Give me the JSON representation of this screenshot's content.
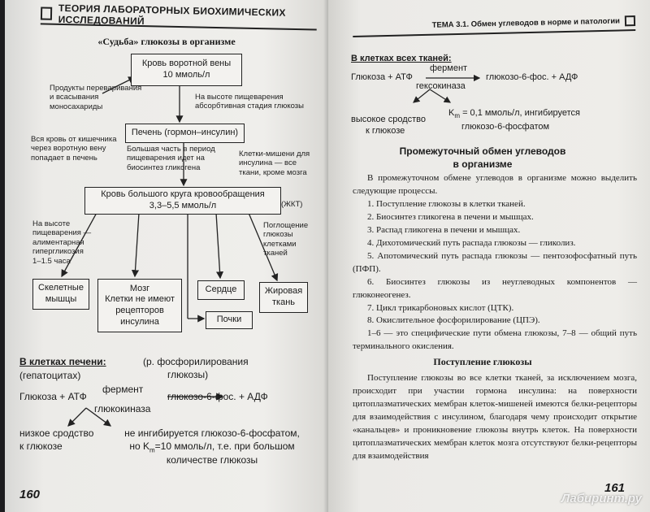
{
  "left": {
    "header": "ТЕОРИЯ ЛАБОРАТОРНЫХ БИОХИМИЧЕСКИХ ИССЛЕДОВАНИЙ",
    "diagram_title": "«Судьба» глюкозы в организме",
    "portal_box": [
      "Кровь воротной вены",
      "10 ммоль/л"
    ],
    "note_absorption": [
      "Продукты переваривания",
      "и всасывания",
      "моносахариды"
    ],
    "note_peak": [
      "На высоте пищеварения",
      "абсорбтивная стадия глюкозы"
    ],
    "liver_box": "Печень (гормон–инсулин)",
    "note_portal": [
      "Вся кровь от кишечника",
      "через воротную вену",
      "попадает в печень"
    ],
    "note_glycogen": [
      "Большая часть в период",
      "пищеварения идет на",
      "биосинтез гликогена"
    ],
    "note_targets": [
      "Клетки-мишени для",
      "инсулина — все",
      "ткани, кроме мозга"
    ],
    "systemic_box": [
      "Кровь большого круга кровообращения",
      "3,3–5,5 ммоль/л"
    ],
    "systemic_tag": "(ЖКТ)",
    "note_hyper": [
      "На высоте",
      "пищеварения —",
      "алиментарная",
      "гипергликозия",
      "1–1.5 часа"
    ],
    "note_uptake": [
      "Поглощение",
      "глюкозы",
      "клетками",
      "тканей"
    ],
    "muscle_box": [
      "Скелетные",
      "мышцы"
    ],
    "brain_box": [
      "Мозг",
      "Клетки не имеют",
      "рецепторов",
      "инсулина"
    ],
    "heart_box": "Сердце",
    "fat_box": [
      "Жировая",
      "ткань"
    ],
    "kidney_box": "Почки",
    "liver_cells_heading": "В клетках печени:",
    "hepatocytes": "(гепатоцитах)",
    "phosph_note": [
      "(р. фосфорилирования",
      "глюкозы)"
    ],
    "enzyme_label": "фермент",
    "reaction_lhs": "Глюкоза + АТФ",
    "reaction_rhs": "глюкозо-6-фос. + АДФ",
    "enzyme_name": "глюкокиназа",
    "low_affinity": [
      "низкое сродство",
      "к глюкозе"
    ],
    "not_inhibited": [
      "не ингибируется глюкозо-6-фосфатом,",
      "но K",
      "m",
      "=10 ммоль/л, т.е. при большом",
      "количестве глюкозы"
    ],
    "page_number": "160"
  },
  "right": {
    "header_label": "ТЕМА 3.1. Обмен углеводов в норме и патологии",
    "all_cells_heading": "В клетках всех тканей:",
    "enzyme_label": "фермент",
    "reaction_lhs": "Глюкоза + АТФ",
    "reaction_rhs": "глюкозо-6-фос. + АДФ",
    "enzyme_name": "гексокиназа",
    "high_affinity": [
      "высокое сродство",
      "к глюкозе"
    ],
    "km_text": [
      "K",
      "m",
      " = 0,1 ммоль/л, ингибируется",
      "глюкозо-6-фосфатом"
    ],
    "section_title": [
      "Промежуточный обмен углеводов",
      "в организме"
    ],
    "intro": "В промежуточном обмене углеводов в организме можно выделить следующие процессы.",
    "processes": [
      "1. Поступление глюкозы в клетки тканей.",
      "2. Биосинтез гликогена в печени и мышцах.",
      "3. Распад гликогена в печени и мышцах.",
      "4. Дихотомический путь распада глюкозы — гликолиз.",
      "5. Апотомический путь распада глюкозы — пентозофосфатный путь (ПФП).",
      "6. Биосинтез глюкозы из неуглеводных компонентов — глюконеогенез.",
      "7. Цикл трикарбоновых кислот (ЦТК).",
      "8. Окислительное фосфорилирование (ЦПЭ)."
    ],
    "summary": "1–6 — это специфические пути обмена глюкозы, 7–8 — общий путь терминального окисления.",
    "subsection": "Поступление глюкозы",
    "body": "Поступление глюкозы во все клетки тканей, за исключением мозга, происходит при участии гормона инсулина: на поверхности цитоплазматических мембран клеток-мишеней имеются белки-рецепторы для взаимодействия с инсулином, благодаря чему происходит открытие «канальцев» и проникновение глюкозы внутрь клеток. На поверхности цитоплазматических мембран клеток мозга отсутствуют белки-рецепторы для взаимодействия",
    "page_number": "161",
    "watermark": "Лабиринт.ру"
  }
}
